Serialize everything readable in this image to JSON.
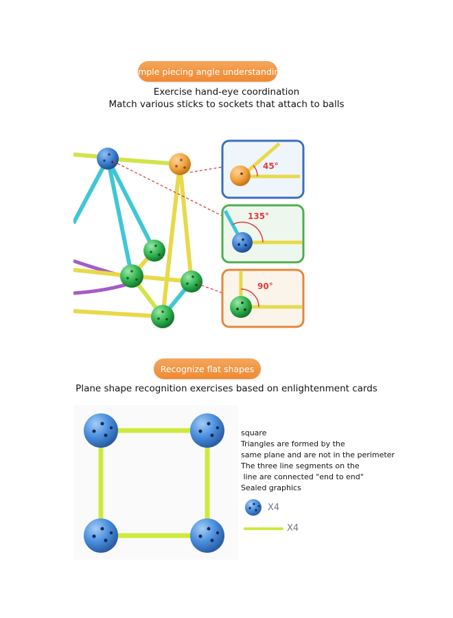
{
  "section1": {
    "badge": "Simple piecing angle understanding",
    "lines": [
      "Exercise hand-eye coordination",
      "Match various sticks to sockets that attach to balls"
    ],
    "angles": [
      "45°",
      "135°",
      "90°"
    ],
    "colors": {
      "accent_orange": "#ef8a33",
      "frame_blue": "#3b6cc0",
      "frame_green": "#4cae4c",
      "frame_orange": "#e5863a",
      "stick_yellow": "#e8d94a",
      "stick_cyan": "#3fc7d6",
      "stick_purple": "#a65bc7",
      "ball_blue": "#3e7fd0",
      "ball_orange": "#f0a340",
      "ball_green": "#2fb34f"
    }
  },
  "section2": {
    "badge": "Recognize flat shapes",
    "line": "Plane shape recognition exercises based on enlightenment cards",
    "description": [
      "square",
      "Triangles are formed by the",
      "same plane and are not in the perimeter",
      "The three line segments on the",
      " line are connected \"end to end\"",
      "Sealed graphics"
    ],
    "legend": {
      "ball_count": "X4",
      "stick_count": "X4"
    },
    "colors": {
      "stick_lime": "#cdea3c",
      "ball_blue": "#4b8fde"
    }
  }
}
